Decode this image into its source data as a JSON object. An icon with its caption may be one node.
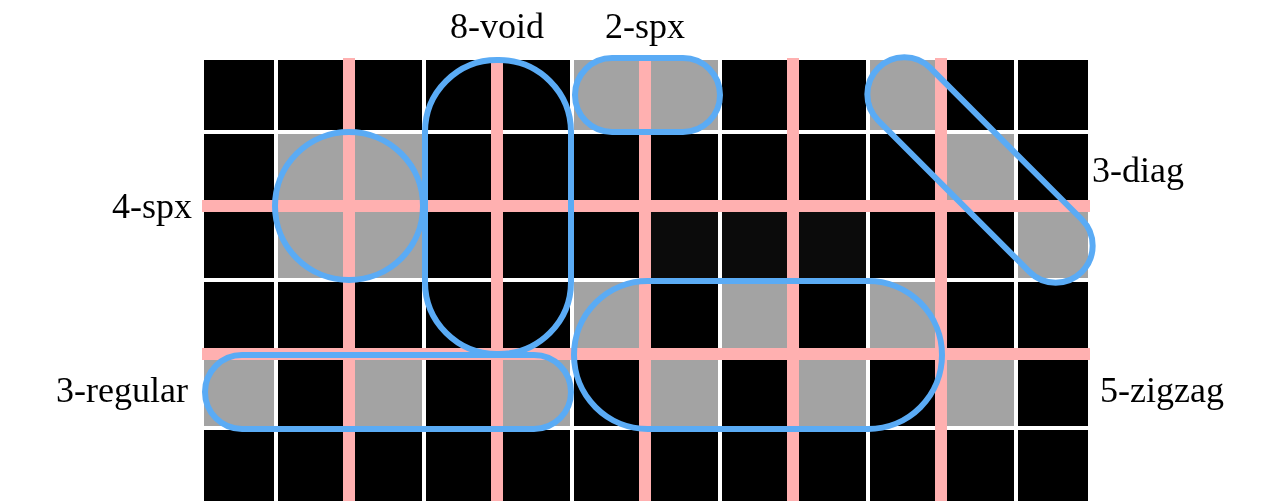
{
  "diagram": {
    "labels": [
      "8-void",
      "2-spx",
      "3-diag",
      "4-spx",
      "3-regular",
      "5-zigzag"
    ]
  }
}
